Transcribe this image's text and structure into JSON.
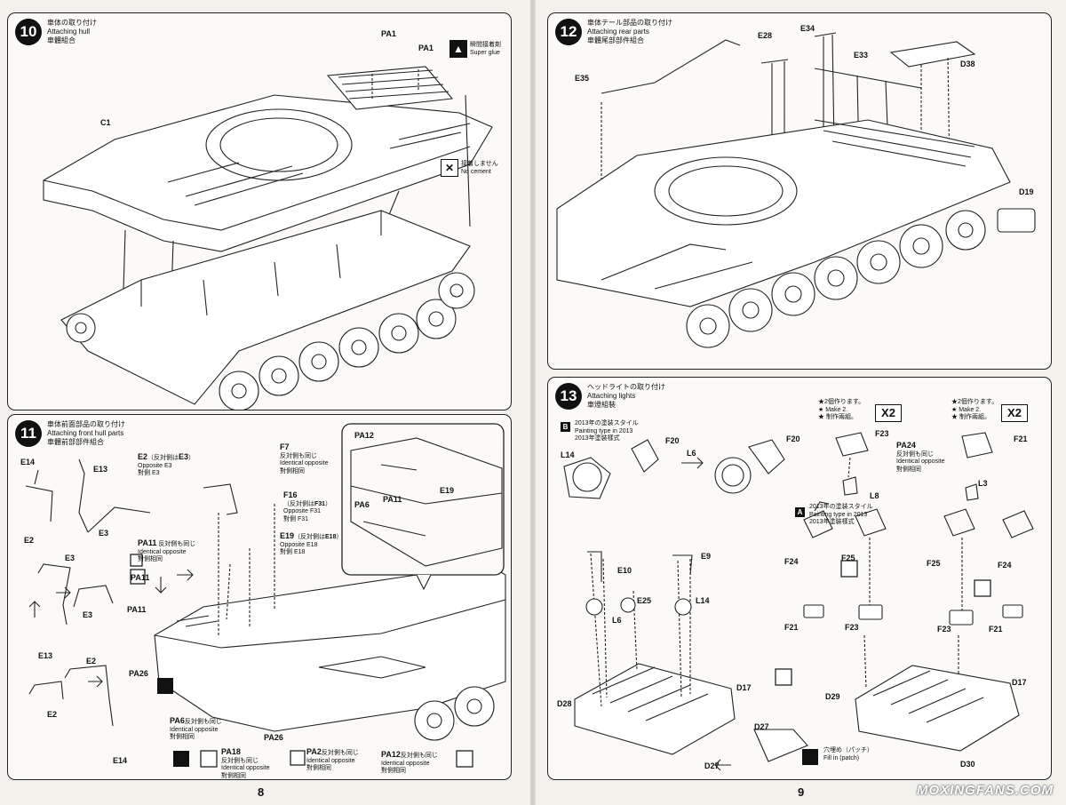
{
  "pages": {
    "left": "8",
    "right": "9"
  },
  "watermark": "MOXINGFANS.COM",
  "steps": {
    "s10": {
      "num": "10",
      "jp": "車体の取り付け",
      "en": "Attaching hull",
      "cn": "車體組合",
      "glue_jp": "瞬間接着剤",
      "glue_en": "Super glue",
      "nocement_jp": "接着しません",
      "nocement_en": "No cement",
      "parts": {
        "pa1a": "PA1",
        "pa1b": "PA1",
        "c1": "C1"
      }
    },
    "s11": {
      "num": "11",
      "jp": "車体前面部品の取り付け",
      "en": "Attaching front hull parts",
      "cn": "車體前部部件組合",
      "parts": {
        "e14a": "E14",
        "e13a": "E13",
        "e2a": "E2",
        "e3a": "E3",
        "e3b": "E3",
        "e3c": "E3",
        "e13b": "E13",
        "e2b": "E2",
        "e2c": "E2",
        "e14b": "E14",
        "e2top": "E2",
        "e2top_jp": "（反対側は",
        "e2top_ref": "E3",
        "e2top_close": "）",
        "e2top_en": "Opposite E3",
        "e2top_cn": "對側 E3",
        "f7": "F7",
        "f7_jp": "反対側も同じ",
        "f7_en": "Identical opposite",
        "f7_cn": "對側相同",
        "f16": "F16",
        "f16_jp": "（反対側は",
        "f16_ref": "F31",
        "f16_close": "）",
        "f16_en": "Opposite F31",
        "f16_cn": "對側 F31",
        "e19": "E19",
        "e19_jp": "（反対側は",
        "e19_ref": "E18",
        "e19_close": "）",
        "e19_en": "Opposite E18",
        "e19_cn": "對側 E18",
        "pa11": "PA11",
        "pa11_jp": "反対側も同じ",
        "pa11_en": "Identical opposite",
        "pa11_cn": "對側相同",
        "pa11b": "PA11",
        "pa11c": "PA11",
        "pa26a": "PA26",
        "pa26b": "PA26",
        "pa6": "PA6",
        "pa6_jp": "反対側も同じ",
        "pa6_en": "Identical opposite",
        "pa6_cn": "對側相同",
        "pa18": "PA18",
        "pa18_jp": "反対側も同じ",
        "pa18_en": "Identical opposite",
        "pa18_cn": "對側相同",
        "pa2": "PA2",
        "pa2_jp": "反対側も同じ",
        "pa2_en": "Identical opposite",
        "pa2_cn": "對側相同",
        "pa12": "PA12",
        "pa12_jp": "反対側も同じ",
        "pa12_en": "Identical opposite",
        "pa12_cn": "對側相同"
      },
      "inset": {
        "pa12": "PA12",
        "pa6": "PA6",
        "pa11": "PA11",
        "e19": "E19"
      }
    },
    "s12": {
      "num": "12",
      "jp": "車体テール部品の取り付け",
      "en": "Attaching rear parts",
      "cn": "車體尾部部件組合",
      "parts": {
        "e35": "E35",
        "e28": "E28",
        "e34": "E34",
        "e33": "E33",
        "d38": "D38",
        "d19": "D19"
      }
    },
    "s13": {
      "num": "13",
      "jp": "ヘッドライトの取り付け",
      "en": "Attaching lights",
      "cn": "車燈組裝",
      "typeB_tag": "B",
      "typeB_jp": "2013年の塗装スタイル",
      "typeB_en": "Painting type in 2013",
      "typeB_cn": "2013年塗裝樣式",
      "typeA_tag": "A",
      "typeA_jp": "2013年の塗装スタイル",
      "typeA_en": "Painting type in 2013",
      "typeA_cn": "2013年塗裝樣式",
      "make2_jp": "★2個作ります。",
      "make2_en": "★ Make 2.",
      "make2_cn": "★ 制作兩組。",
      "x2": "X2",
      "make2b_jp": "★2個作ります。",
      "make2b_en": "★ Make 2.",
      "make2b_cn": "★ 制作兩組。",
      "x2b": "X2",
      "pa24_jp": "反対側も同じ",
      "pa24_en": "Identical opposite",
      "pa24_cn": "對側相同",
      "fill_jp": "穴埋め（パッチ）",
      "fill_en": "Fill in (patch)",
      "parts": {
        "l14": "L14",
        "f20a": "F20",
        "l6": "L6",
        "f20b": "F20",
        "f23a": "F23",
        "pa24": "PA24",
        "l8": "L8",
        "f21a": "F21",
        "l3": "L3",
        "f24a": "F24",
        "f25a": "F25",
        "f25b": "F25",
        "f24b": "F24",
        "f21b": "F21",
        "f23b": "F23",
        "f23c": "F23",
        "f21c": "F21",
        "e10": "E10",
        "e9": "E9",
        "e25": "E25",
        "l6b": "L6",
        "l14b": "L14",
        "d28": "D28",
        "d17a": "D17",
        "d27a": "D27",
        "d27b": "D27",
        "d29": "D29",
        "d17b": "D17",
        "d30": "D30"
      }
    }
  }
}
